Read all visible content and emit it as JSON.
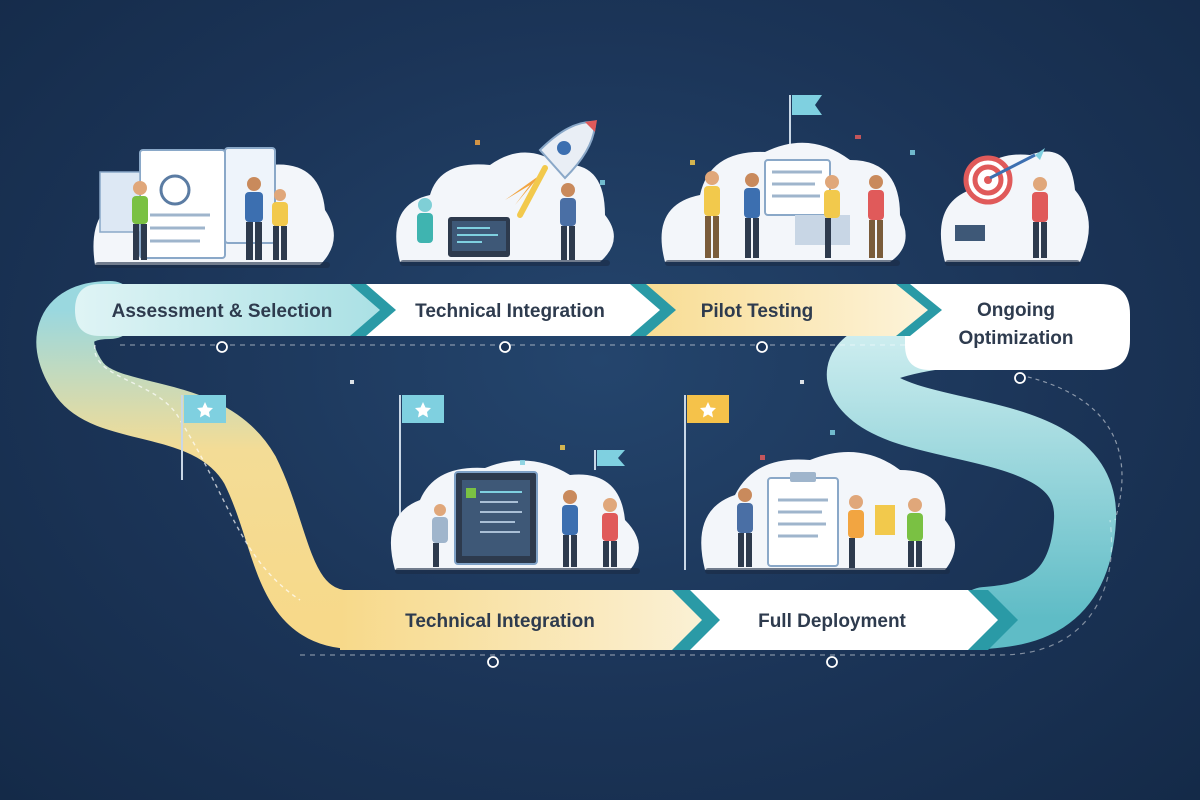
{
  "roadmap": {
    "stages": [
      {
        "label": "Assessment & Selection",
        "scene_icon": "assessment-team-icon"
      },
      {
        "label": "Technical Integration",
        "scene_icon": "rocket-launch-icon"
      },
      {
        "label": "Pilot Testing",
        "scene_icon": "pilot-team-icon"
      },
      {
        "label": "Ongoing",
        "label_line2": "Optimization",
        "scene_icon": "target-icon"
      },
      {
        "label": "Technical Integration",
        "scene_icon": "dashboard-team-icon"
      },
      {
        "label": "Full Deployment",
        "scene_icon": "deployment-team-icon"
      }
    ],
    "colors": {
      "background": "#1b3457",
      "teal": "#7fcfd6",
      "teal_dark": "#2a9aa6",
      "yellow": "#f7d98a",
      "label_text": "#2e3b4e",
      "flag_teal": "#7fd0e0",
      "flag_yellow": "#f5c24a"
    }
  }
}
